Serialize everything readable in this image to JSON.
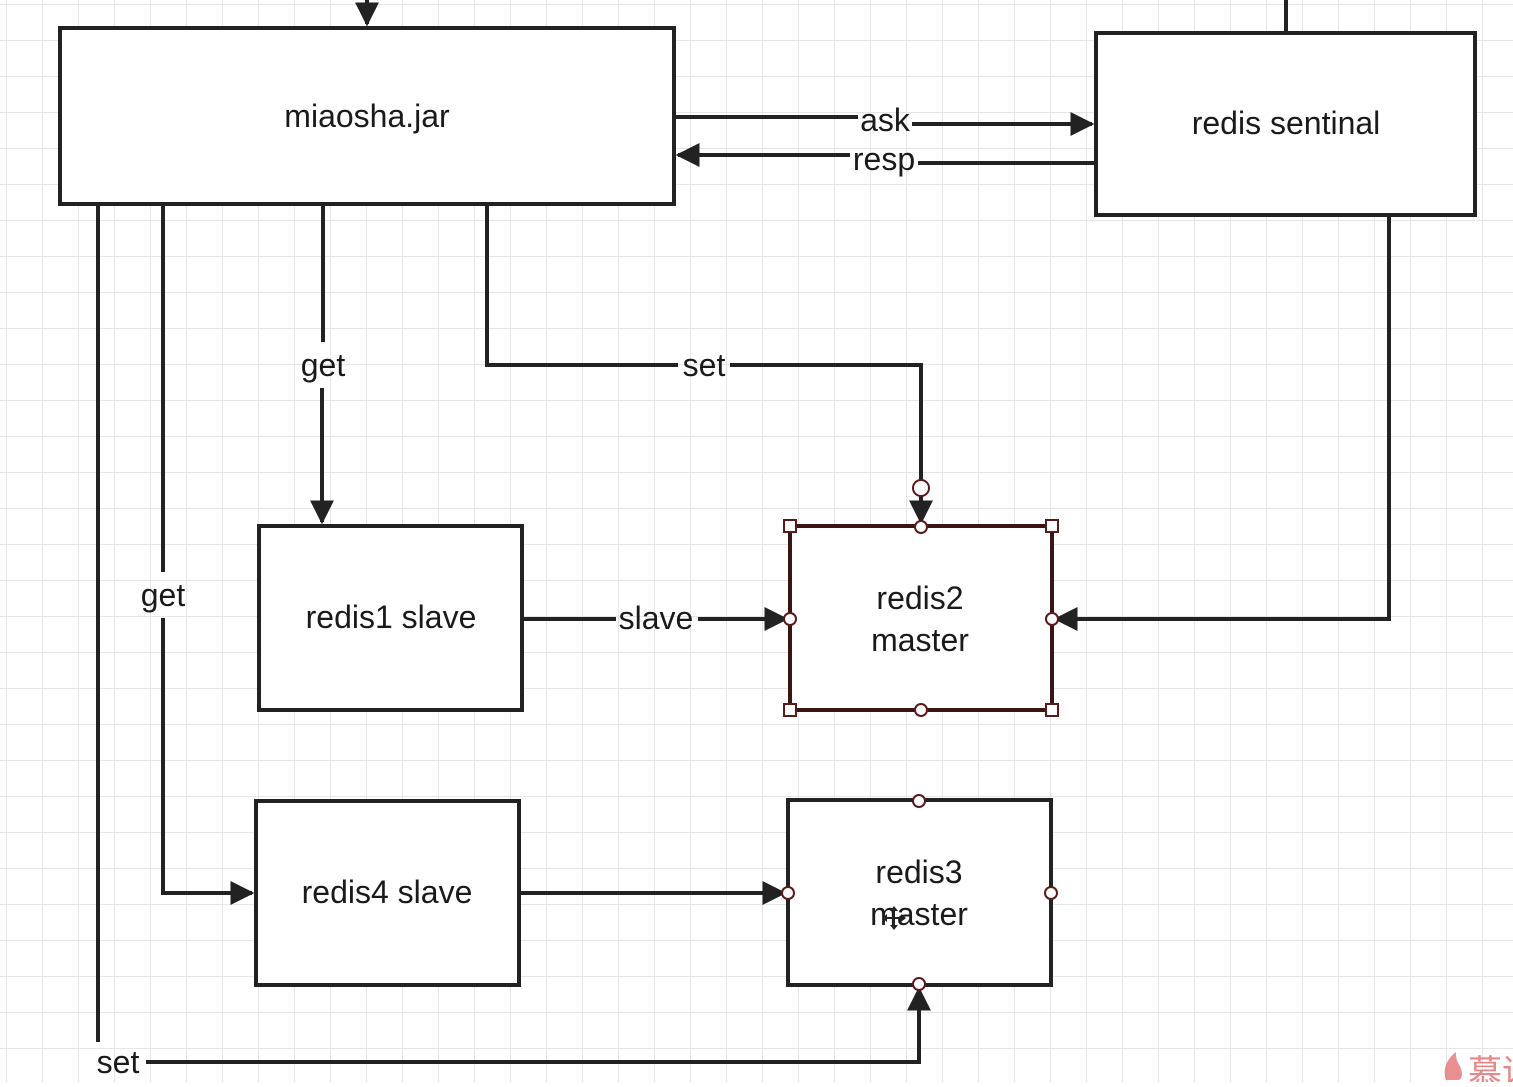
{
  "nodes": {
    "miaosha": {
      "label": "miaosha.jar"
    },
    "sentinal": {
      "label": "redis sentinal"
    },
    "redis1": {
      "label": "redis1 slave"
    },
    "redis2": {
      "line1": "redis2",
      "line2": "master"
    },
    "redis4": {
      "label": "redis4 slave"
    },
    "redis3": {
      "line1": "redis3",
      "line2": "master"
    }
  },
  "edges": {
    "ask": "ask",
    "resp": "resp",
    "get1": "get",
    "set1": "set",
    "get2": "get",
    "slave": "slave",
    "set2": "set"
  },
  "watermark": "慕课",
  "colors": {
    "stroke": "#222222",
    "grid": "#e6e6e6",
    "selection": "#5a1a1a"
  }
}
